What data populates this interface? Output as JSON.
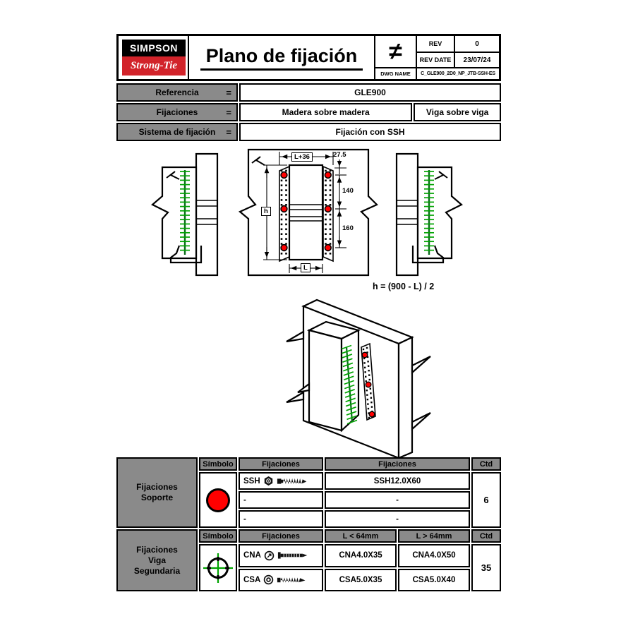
{
  "header": {
    "brand_top": "SIMPSON",
    "brand_bottom": "Strong-Tie",
    "title": "Plano de fijación",
    "not_equal_symbol": "≠",
    "rev_label": "REV",
    "rev_value": "0",
    "rev_date_label": "REV DATE",
    "rev_date_value": "23/07/24",
    "dwg_name_label": "DWG NAME",
    "dwg_name_value": "C_GLE900_2D0_NP_JTB-SSH-ES"
  },
  "reference_table": {
    "rows": [
      {
        "label": "Referencia",
        "eq": "=",
        "value": "GLE900"
      },
      {
        "label": "Fijaciones",
        "eq": "=",
        "value_left": "Madera sobre madera",
        "value_right": "Viga sobre viga"
      },
      {
        "label": "Sistema de fijación",
        "eq": "=",
        "value": "Fijación con SSH"
      }
    ]
  },
  "drawing": {
    "dim_width_top": "L+36",
    "dim_offset_top": "27.5",
    "dim_spacing_upper": "140",
    "dim_spacing_lower": "160",
    "dim_height": "h",
    "dim_length": "L",
    "formula": "h = (900 - L) / 2"
  },
  "support_table": {
    "title_line1": "Fijaciones",
    "title_line2": "Soporte",
    "col_simbolo": "Símbolo",
    "col_fijaciones_1": "Fijaciones",
    "col_fijaciones_2": "Fijaciones",
    "col_ctd": "Ctd",
    "rows": [
      {
        "name": "SSH",
        "spec": "SSH12.0X60"
      },
      {
        "name": "-",
        "spec": "-"
      },
      {
        "name": "-",
        "spec": "-"
      }
    ],
    "ctd": "6"
  },
  "secondary_beam_table": {
    "title_line1": "Fijaciones",
    "title_line2": "Viga",
    "title_line3": "Segundaria",
    "col_simbolo": "Símbolo",
    "col_fijaciones": "Fijaciones",
    "col_lt": "L < 64mm",
    "col_gt": "L > 64mm",
    "col_ctd": "Ctd",
    "rows": [
      {
        "name": "CNA",
        "lt": "CNA4.0X35",
        "gt": "CNA4.0X50"
      },
      {
        "name": "CSA",
        "lt": "CSA5.0X35",
        "gt": "CSA5.0X40"
      }
    ],
    "ctd": "35"
  },
  "colors": {
    "brand_red": "#d2232a",
    "symbol_red": "#ff0000",
    "screw_green": "#00a300",
    "header_gray": "#8a8a8a"
  }
}
